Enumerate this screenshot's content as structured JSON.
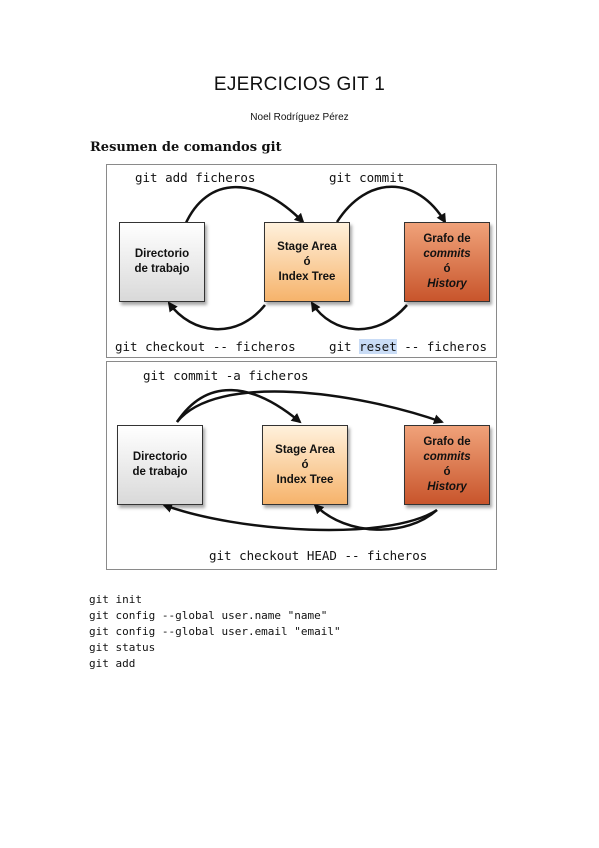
{
  "header": {
    "title": "EJERCICIOS GIT 1",
    "author": "Noel Rodríguez Pérez"
  },
  "section_title": "Resumen de comandos git",
  "diagram1": {
    "label_add": "git add ficheros",
    "label_commit": "git commit",
    "label_checkout": "git checkout -- ficheros",
    "label_reset_pre": "git ",
    "label_reset_hl": "reset",
    "label_reset_post": " -- ficheros",
    "box_workdir": [
      "Directorio",
      "de trabajo"
    ],
    "box_stage": [
      "Stage Area",
      "ó",
      "Index Tree"
    ],
    "box_graph": [
      "Grafo de",
      "commits",
      "ó",
      "History"
    ]
  },
  "diagram2": {
    "label_commit_a": "git commit -a ficheros",
    "label_checkout_head": "git checkout HEAD -- ficheros",
    "box_workdir": [
      "Directorio",
      "de trabajo"
    ],
    "box_stage": [
      "Stage Area",
      "ó",
      "Index Tree"
    ],
    "box_graph": [
      "Grafo de",
      "commits",
      "ó",
      "History"
    ]
  },
  "code_lines": [
    "git init",
    "git config --global user.name \"name\"",
    "git config --global user.email \"email\"",
    "git status",
    "git add"
  ],
  "colors": {
    "box_gray": "#d9d9d9",
    "box_orange": "#f6b36b",
    "box_red": "#c8552c",
    "highlight": "#c9dcf6"
  }
}
